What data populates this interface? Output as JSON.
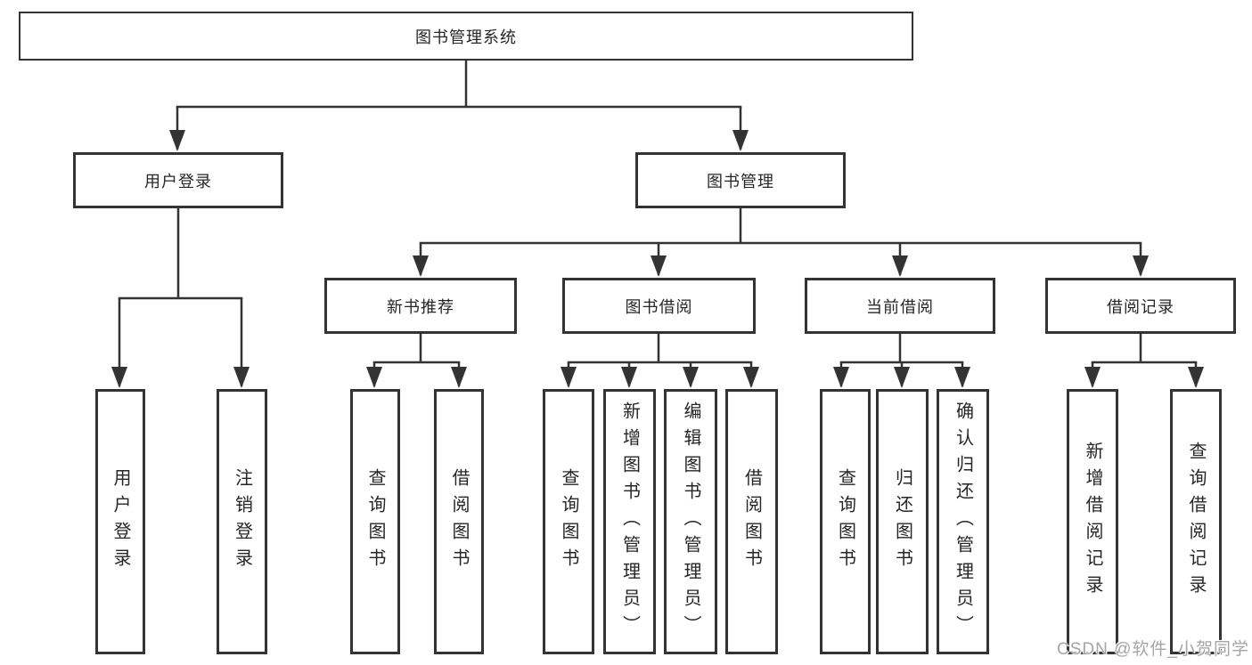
{
  "tree": {
    "root": {
      "label": "图书管理系统"
    },
    "branches": [
      {
        "label": "用户登录",
        "children": [
          {
            "label": "用户登录"
          },
          {
            "label": "注销登录"
          }
        ]
      },
      {
        "label": "图书管理",
        "children": [
          {
            "label": "新书推荐",
            "children": [
              {
                "label": "查询图书"
              },
              {
                "label": "借阅图书"
              }
            ]
          },
          {
            "label": "图书借阅",
            "children": [
              {
                "label": "查询图书"
              },
              {
                "label": "新增图书（管理员）"
              },
              {
                "label": "编辑图书（管理员）"
              },
              {
                "label": "借阅图书"
              }
            ]
          },
          {
            "label": "当前借阅",
            "children": [
              {
                "label": "查询图书"
              },
              {
                "label": "归还图书"
              },
              {
                "label": "确认归还（管理员）"
              }
            ]
          },
          {
            "label": "借阅记录",
            "children": [
              {
                "label": "新增借阅记录"
              },
              {
                "label": "查询借阅记录"
              }
            ]
          }
        ]
      }
    ]
  },
  "watermark": {
    "text": "CSDN @软件_小贺同学"
  },
  "colors": {
    "line": "#333333",
    "box_border": "#333333",
    "text": "#262626",
    "background": "#ffffff",
    "watermark": "#a5a5a5"
  }
}
